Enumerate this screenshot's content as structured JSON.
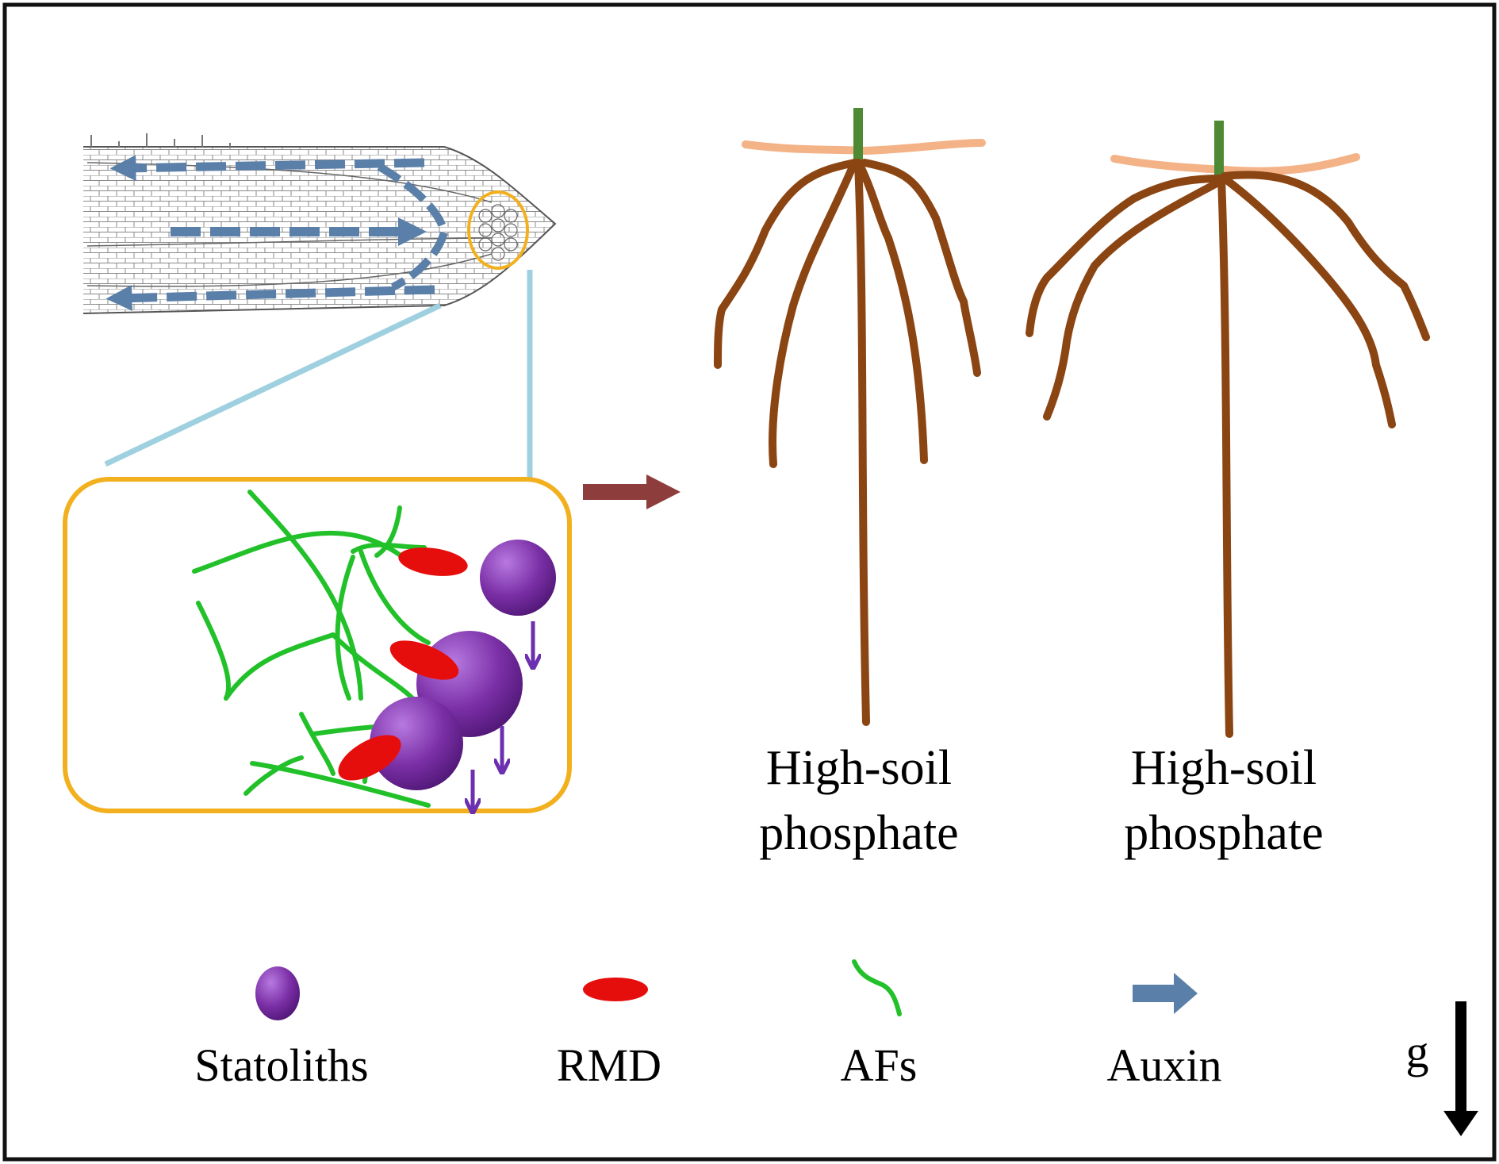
{
  "diagram": {
    "root_labels": [
      {
        "line1": "High-soil",
        "line2": "phosphate"
      },
      {
        "line1": "High-soil",
        "line2": "phosphate"
      }
    ],
    "legend": [
      {
        "label": "Statoliths",
        "icon": "statolith-icon"
      },
      {
        "label": "RMD",
        "icon": "rmd-icon"
      },
      {
        "label": "AFs",
        "icon": "actin-filament-icon"
      },
      {
        "label": "Auxin",
        "icon": "auxin-arrow-icon"
      }
    ],
    "gravity_label": "g",
    "colors": {
      "frame": "#111111",
      "statolith": "#7b2fa6",
      "rmd": "#e60d0d",
      "actin_filament": "#22c12a",
      "auxin": "#5a7fa8",
      "root": "#8b4513",
      "soil_line": "#f4b287",
      "shoot": "#4e8a33",
      "inset_border": "#f2b01e",
      "zoom_line": "#9fd0e0",
      "process_arrow": "#8e3d3d"
    }
  }
}
